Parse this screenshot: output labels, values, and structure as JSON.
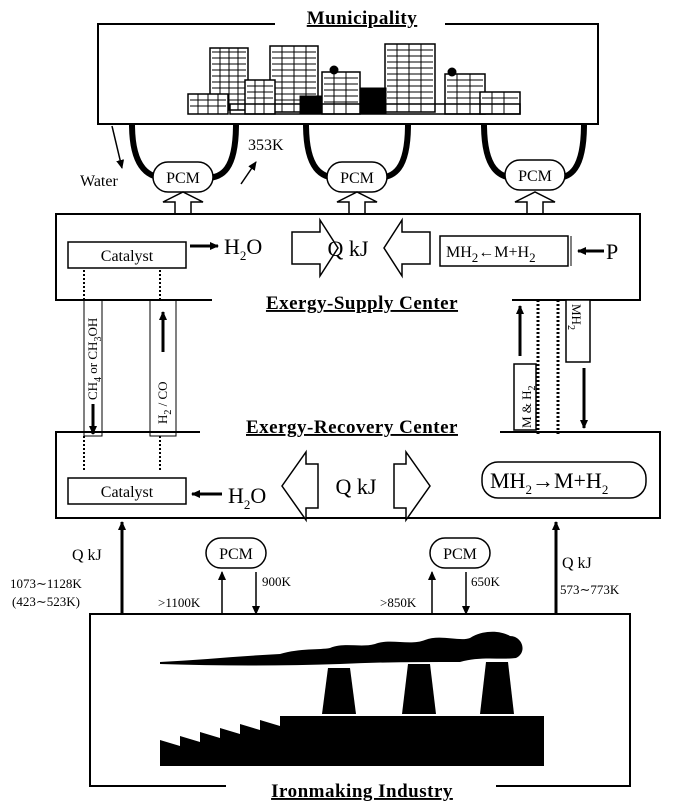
{
  "municipality": {
    "title": "Municipality",
    "water": "Water",
    "temp": "353K"
  },
  "pcm_label": "PCM",
  "supply": {
    "title": "Exergy-Supply Center",
    "catalyst": "Catalyst",
    "h2o": "H",
    "h2o_sub": "2",
    "h2o_end": "O",
    "q": "Q kJ",
    "reaction_pre": "MH",
    "reaction_sub1": "2",
    "reaction_mid": "←M+H",
    "reaction_sub2": "2",
    "p": "P"
  },
  "recovery": {
    "title": "Exergy-Recovery Center",
    "catalyst": "Catalyst",
    "h2o": "H",
    "h2o_sub": "2",
    "h2o_end": "O",
    "q": "Q kJ",
    "reaction_pre": "MH",
    "reaction_sub1": "2",
    "reaction_mid": "→M+H",
    "reaction_sub2": "2"
  },
  "transfer": {
    "ch4": "CH",
    "ch4_sub": "4",
    "ch4_mid": " or CH",
    "ch4_sub2": "3",
    "ch4_end": "OH",
    "h2co": "H",
    "h2co_sub": "2",
    "h2co_end": " / CO",
    "mh2": "MH",
    "mh2_sub": "2",
    "mh": "M & H",
    "mh_sub": "2"
  },
  "industry": {
    "title": "Ironmaking Industry",
    "q_left": "Q kJ",
    "temp_left1": "1073∼1128K",
    "temp_left2": "(423∼523K)",
    "temp_1100": ">1100K",
    "temp_900": "900K",
    "temp_850": ">850K",
    "temp_650": "650K",
    "q_right": "Q kJ",
    "temp_right": "573∼773K"
  }
}
